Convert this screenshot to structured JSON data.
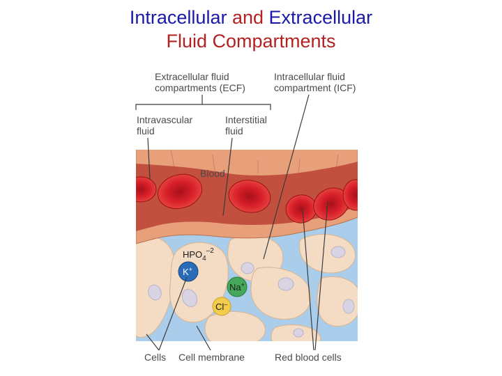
{
  "title": {
    "part1": "Intracellular",
    "part2": "and",
    "part3": "Extracellular",
    "line2": "Fluid Compartments"
  },
  "labels": {
    "ecf_line1": "Extracellular fluid",
    "ecf_line2": "compartments (ECF)",
    "icf_line1": "Intracellular fluid",
    "icf_line2": "compartment (ICF)",
    "intravascular_line1": "Intravascular",
    "intravascular_line2": "fluid",
    "interstitial_line1": "Interstitial",
    "interstitial_line2": "fluid",
    "blood": "Blood",
    "cells": "Cells",
    "cell_membrane": "Cell membrane",
    "red_blood_cells": "Red blood cells"
  },
  "ions": {
    "hpo4_base": "HPO",
    "hpo4_sub": "4",
    "hpo4_sup": "–2",
    "k": "K",
    "k_sup": "+",
    "na": "Na",
    "na_sup": "+",
    "cl": "Cl",
    "cl_sup": "–"
  },
  "colors": {
    "title_blue": "#1a1aa6",
    "title_red": "#b22222",
    "vessel_wall": "#e8a07a",
    "blood": "#c2503e",
    "red_cell": "#d8202a",
    "interstitial": "#a9cdea",
    "cell": "#f4dcc4",
    "nucleus": "#d8d4e4",
    "k_ion": "#2a6cb8",
    "na_ion": "#46a85a",
    "cl_ion": "#f2cc4a"
  }
}
